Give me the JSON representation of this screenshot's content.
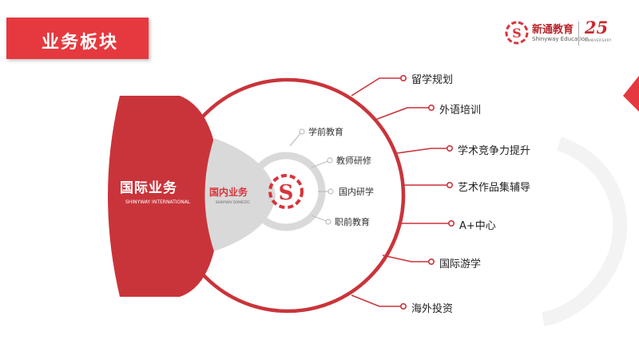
{
  "header": {
    "title": "业务板块"
  },
  "brand": {
    "name": "新通教育",
    "name_en": "Shinyway Education",
    "anniversary_number": "25",
    "anniversary_text": "ANNIVERSARY"
  },
  "diagram": {
    "international": {
      "label": "国际业务",
      "sublabel": "SHINYWAY INTERNATIONAL"
    },
    "domestic": {
      "label": "国内业务",
      "sublabel": "SHINYWAY DOMESTIC"
    },
    "domestic_items": [
      "学前教育",
      "教师研修",
      "国内研学",
      "职前教育"
    ],
    "international_items": [
      "留学规划",
      "外语培训",
      "学术竞争力提升",
      "艺术作品集辅导",
      "A+中心",
      "国际游学",
      "海外投资"
    ]
  },
  "colors": {
    "primary": "#e5393f",
    "dark_red": "#c9343a",
    "gray": "#d9d9d9"
  }
}
